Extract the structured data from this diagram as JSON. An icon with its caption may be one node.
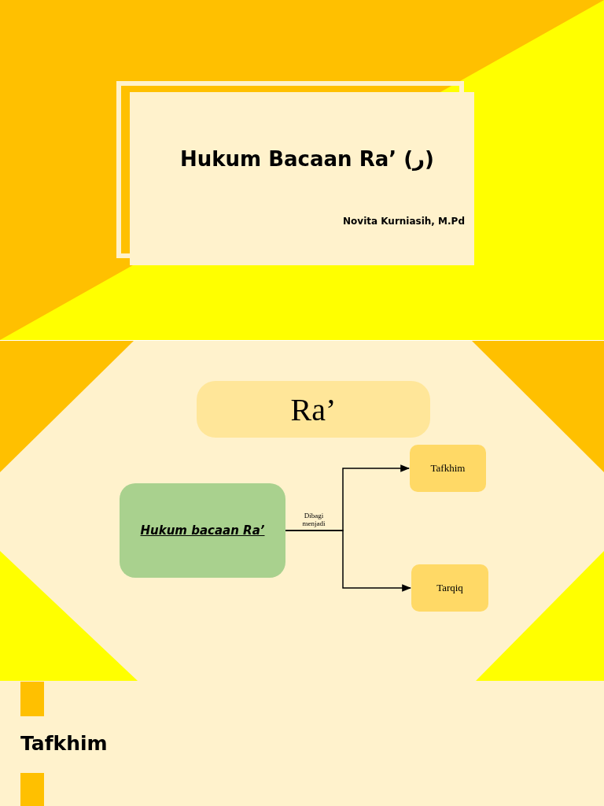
{
  "diagram": {
    "nodes": [
      {
        "text": [
          "Hukum Bacaan Ra’ (ر)",
          "Novita Kurniasih, M.Pd"
        ]
      },
      {
        "text": [
          "Ra’"
        ]
      },
      {
        "text": [
          "Hukum bacaan Ra’"
        ]
      },
      {
        "text": [
          "Tafkhim"
        ]
      },
      {
        "text": [
          "Tarqiq"
        ]
      }
    ],
    "edges": [
      {
        "from": 2,
        "to": 3,
        "arrow": "to",
        "label": "Dibagi menjadi"
      },
      {
        "from": 2,
        "to": 4,
        "arrow": "to"
      }
    ],
    "labels": [
      "Tafkhim"
    ]
  }
}
